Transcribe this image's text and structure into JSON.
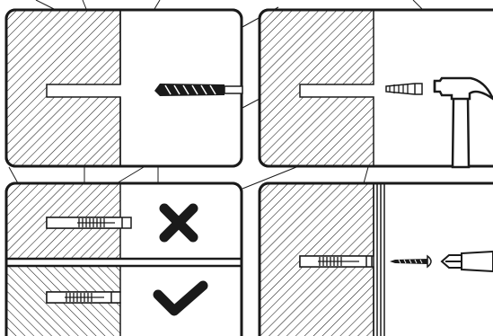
{
  "illustration": {
    "stroke_color": "#1a1a1a",
    "fill_color": "#ffffff",
    "panels": [
      {
        "step": 1,
        "content": [
          "drilled-hole-in-wall",
          "masonry-drill-bit"
        ]
      },
      {
        "step": 2,
        "content": [
          "hole-in-wall",
          "wall-plug",
          "hammer"
        ]
      },
      {
        "step": 3,
        "content": [
          "plug-left-protruding",
          "cross-mark",
          "plug-flush",
          "check-mark"
        ]
      },
      {
        "step": 4,
        "content": [
          "plug-in-wall",
          "mounted-panel",
          "screw",
          "screwdriver"
        ]
      }
    ]
  }
}
